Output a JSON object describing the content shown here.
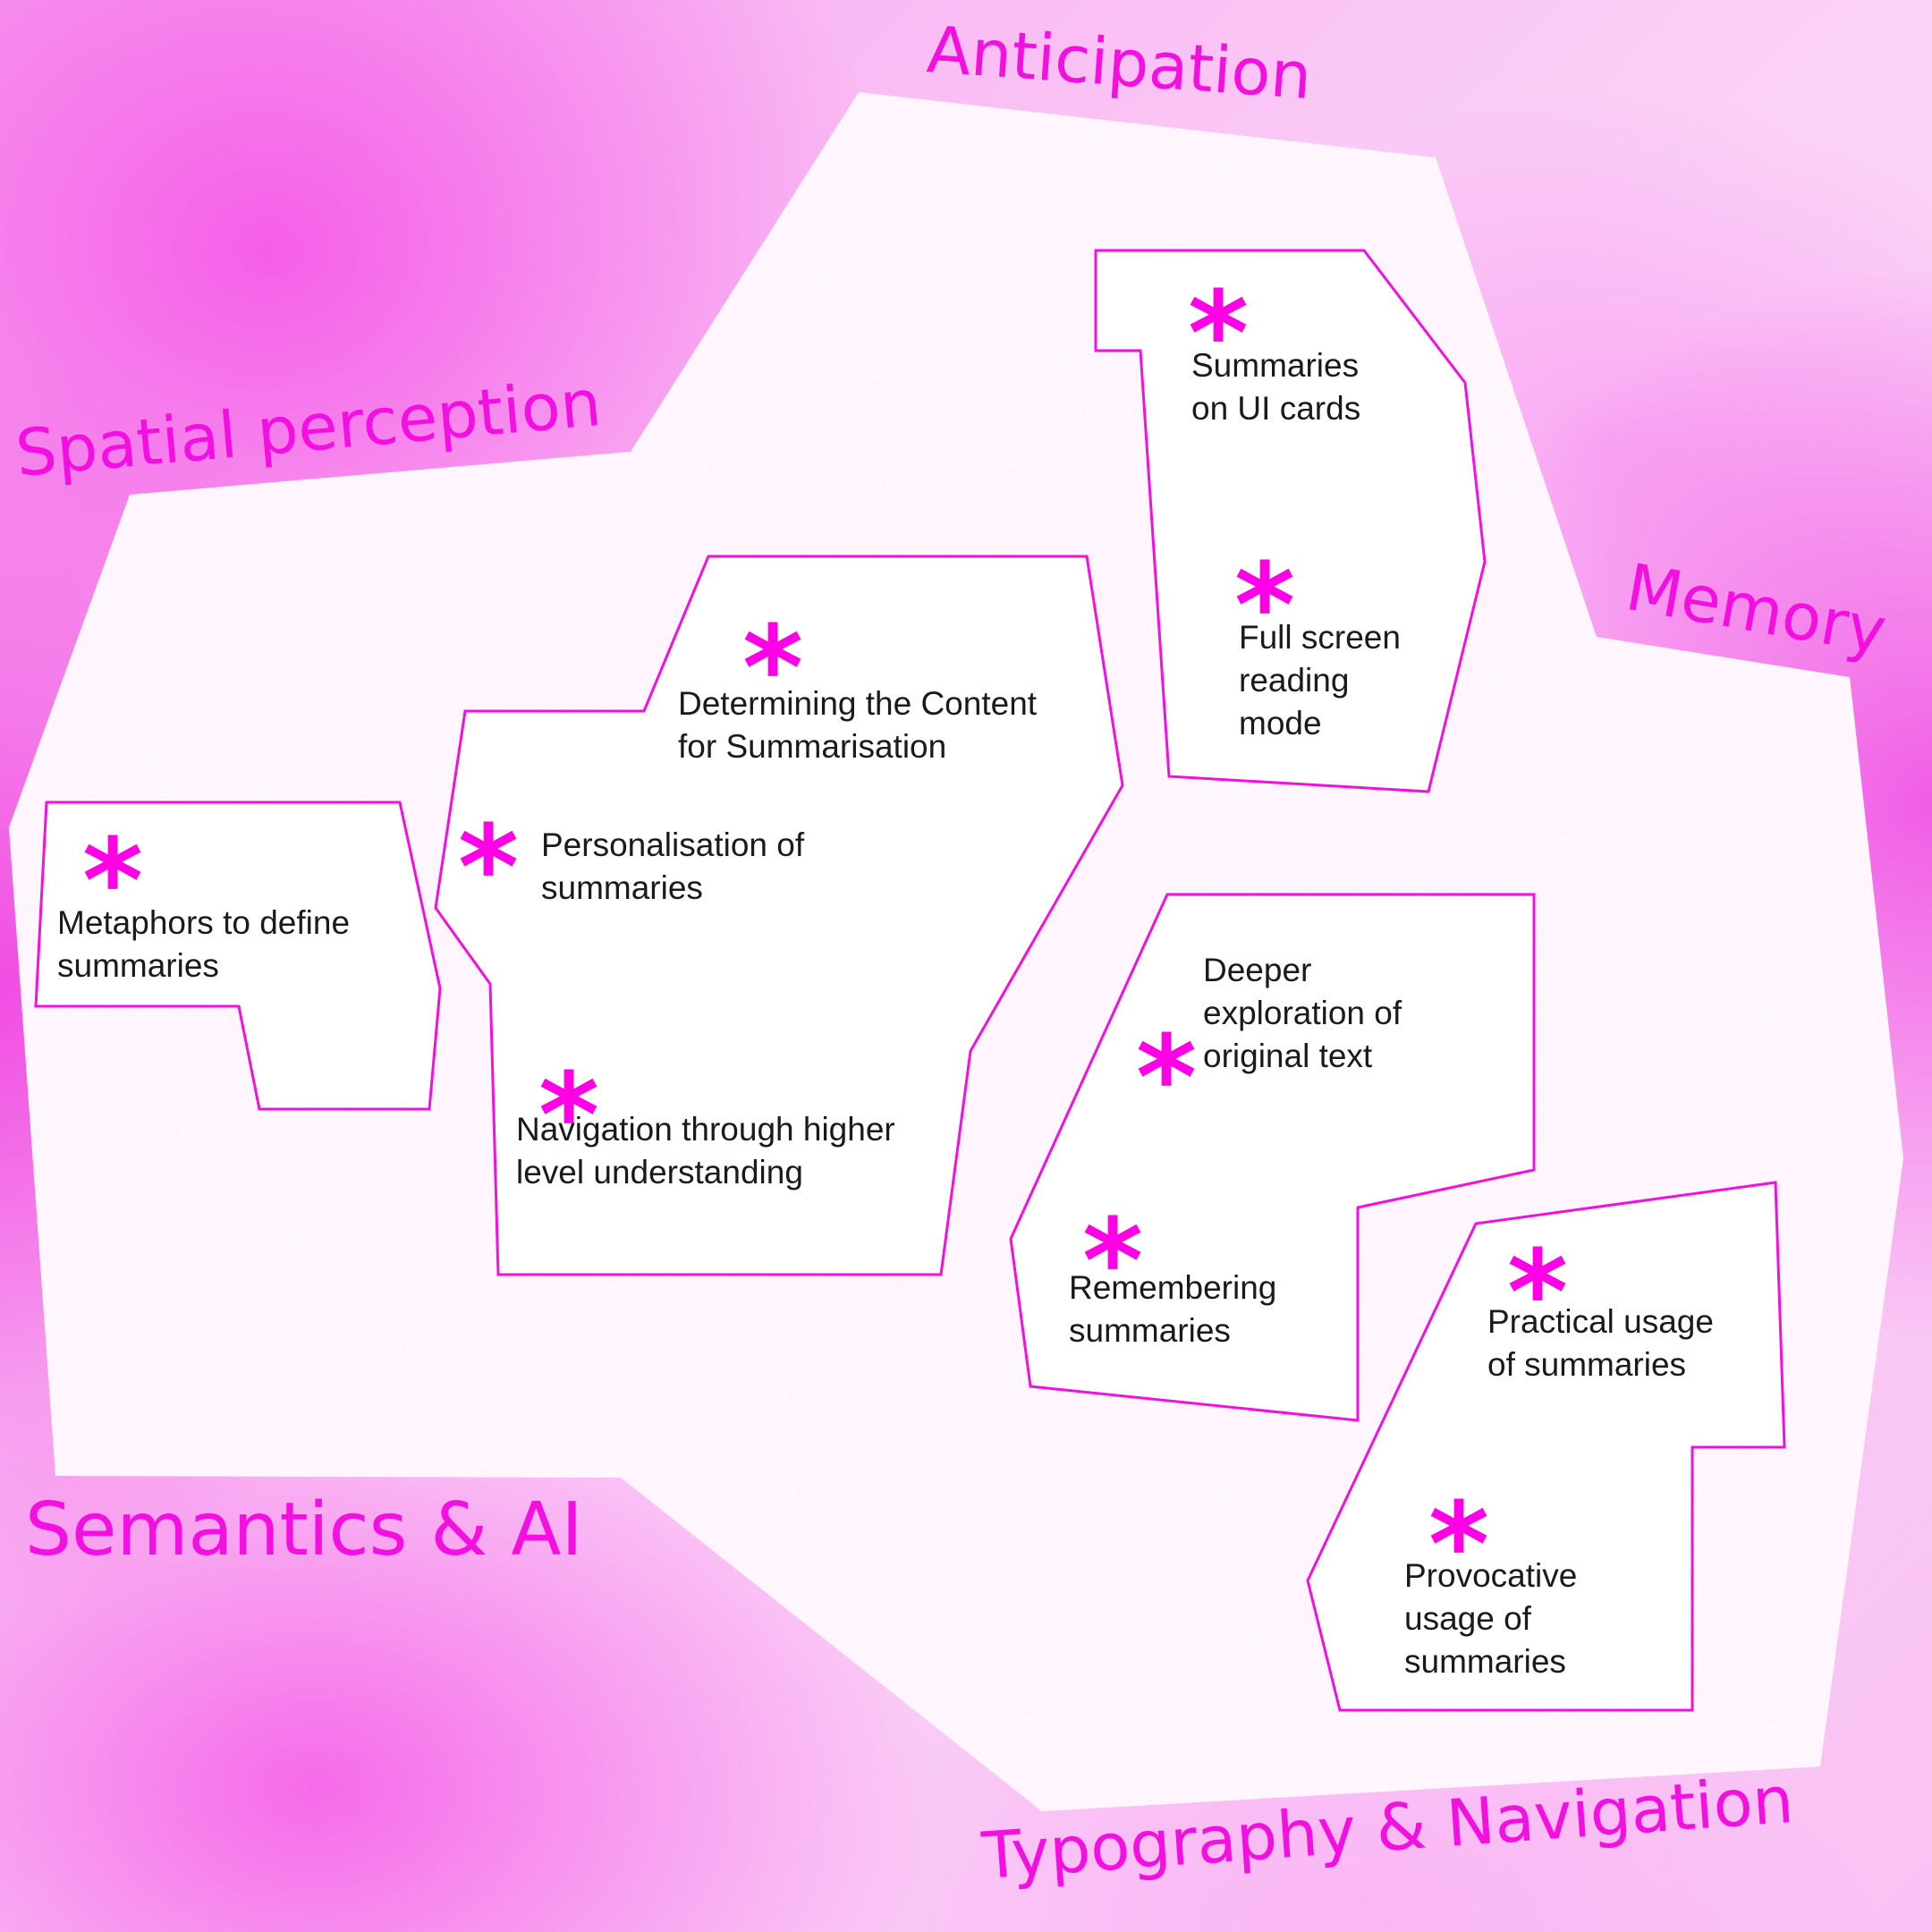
{
  "zones": {
    "anticipation": "Anticipation",
    "spatial_perception": "Spatial perception",
    "memory": "Memory",
    "semantics_ai": "Semantics & AI",
    "typography_navigation": "Typography & Navigation"
  },
  "cards": {
    "summaries_ui_cards": [
      "Summaries",
      "on UI cards"
    ],
    "full_screen_reading": [
      "Full screen",
      "reading",
      "mode"
    ],
    "determining_content": [
      "Determining the Content",
      "for Summarisation"
    ],
    "personalisation": [
      "Personalisation of",
      "summaries"
    ],
    "metaphors": [
      "Metaphors to define",
      "summaries"
    ],
    "navigation_higher": [
      "Navigation through higher",
      "level understanding"
    ],
    "deeper_exploration": [
      "Deeper",
      "exploration of",
      "original text"
    ],
    "remembering": [
      "Remembering",
      "summaries"
    ],
    "practical_usage": [
      "Practical usage",
      "of summaries"
    ],
    "provocative_usage": [
      "Provocative",
      "usage of",
      "summaries"
    ]
  },
  "marker_symbol": "*",
  "colors": {
    "accent": "#f20fe0",
    "asterisk": "#ff00e6",
    "text": "#1a1a1a",
    "background_pink": "#f55ae8"
  }
}
